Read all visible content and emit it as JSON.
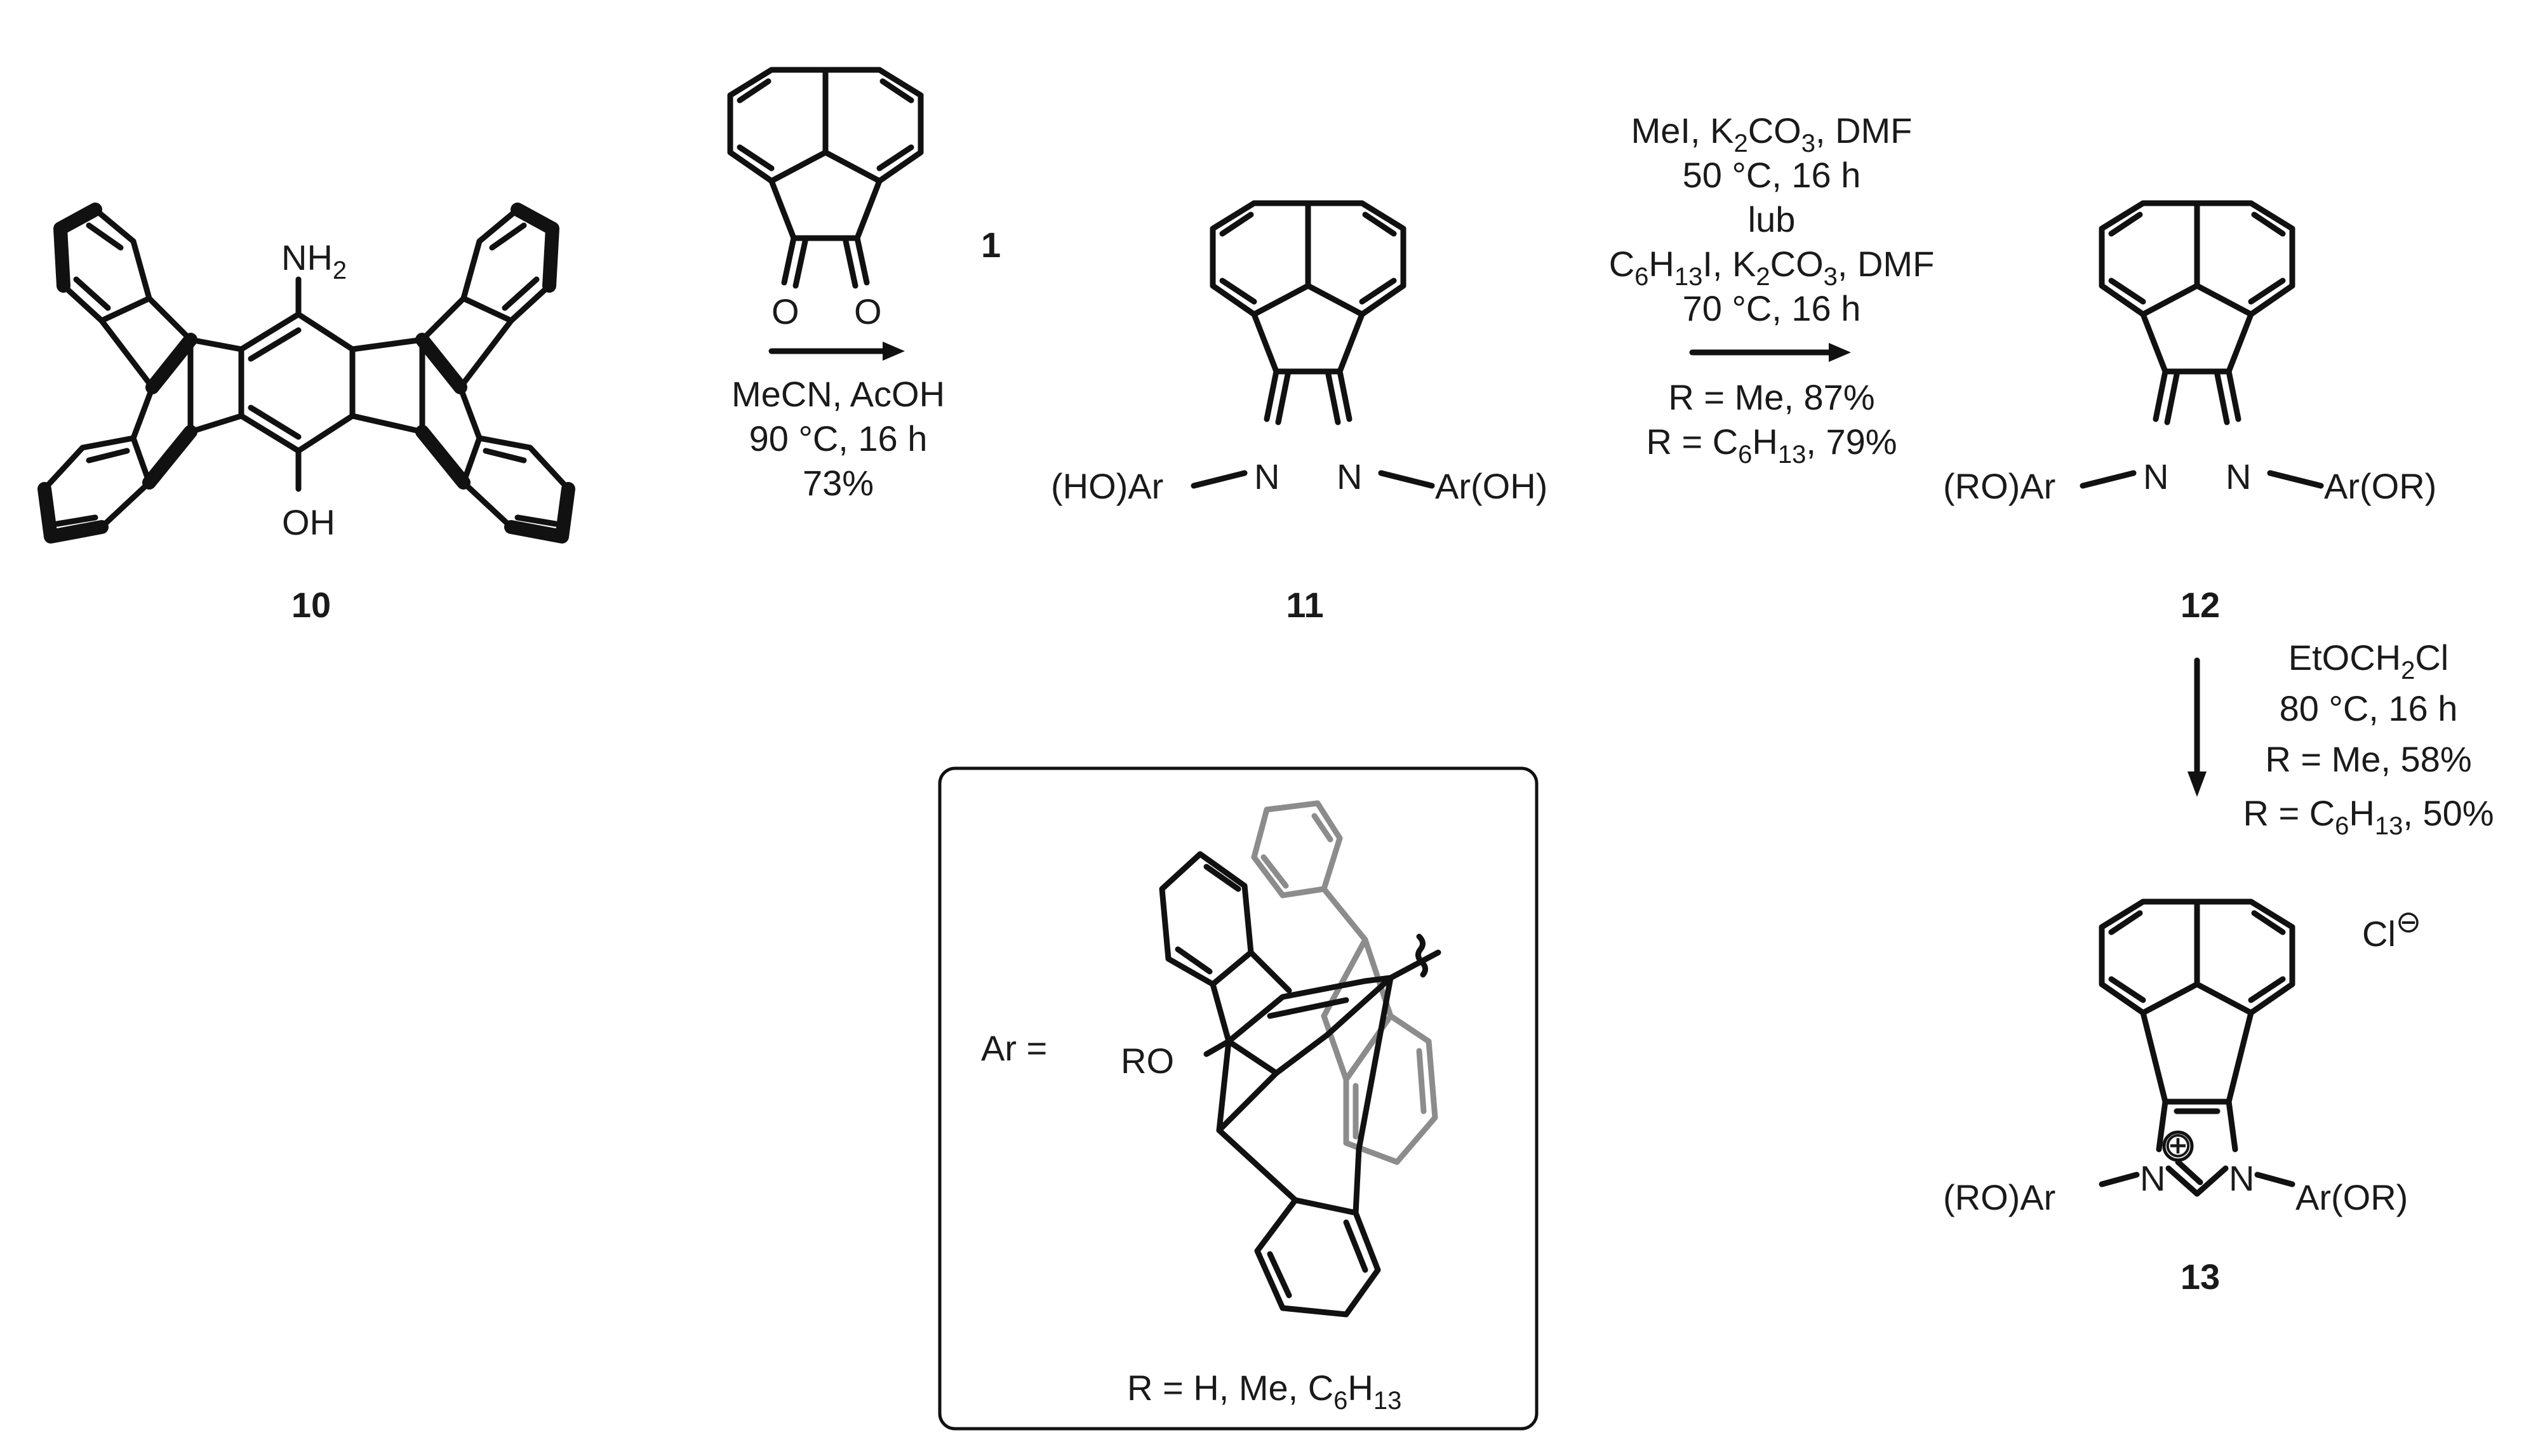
{
  "compounds": {
    "c10": {
      "label": "10",
      "nh2": "NH",
      "nh2_sub": "2",
      "oh": "OH"
    },
    "c1": {
      "label": "1",
      "o_left": "O",
      "o_right": "O"
    },
    "c11": {
      "label": "11",
      "left_sub": "(HO)Ar",
      "right_sub": "Ar(OH)",
      "n": "N"
    },
    "c12": {
      "label": "12",
      "left_sub": "(RO)Ar",
      "right_sub": "Ar(OR)",
      "n": "N"
    },
    "c13": {
      "label": "13",
      "left_sub": "(RO)Ar",
      "right_sub": "Ar(OR)",
      "n": "N",
      "anion": "Cl",
      "anion_charge": "⊖",
      "cation_charge": "⊕"
    }
  },
  "steps": {
    "step1": {
      "lines": [
        "MeCN, AcOH",
        "90 °C, 16 h",
        "73%"
      ]
    },
    "step2": {
      "line1_a": "MeI, K",
      "line1_sub": "2",
      "line1_b": "CO",
      "line1_sub2": "3",
      "line1_c": ", DMF",
      "line2": "50 °C, 16 h",
      "line3": "lub",
      "line4_a": "C",
      "line4_sub1": "6",
      "line4_b": "H",
      "line4_sub2": "13",
      "line4_c": "I, K",
      "line4_sub3": "2",
      "line4_d": "CO",
      "line4_sub4": "3",
      "line4_e": ", DMF",
      "line5": "70 °C, 16 h",
      "line6": "R = Me, 87%",
      "line7_a": "R = C",
      "line7_sub1": "6",
      "line7_b": "H",
      "line7_sub2": "13",
      "line7_c": ", 79%"
    },
    "step3": {
      "line1_a": "EtOCH",
      "line1_sub": "2",
      "line1_b": "Cl",
      "line2": "80 °C, 16 h",
      "line3": "R = Me, 58%",
      "line4_a": "R = C",
      "line4_sub1": "6",
      "line4_b": "H",
      "line4_sub2": "13",
      "line4_c": ", 50%"
    }
  },
  "inset": {
    "ar_label": "Ar =",
    "ro_label": "RO",
    "r_def_a": "R = H, Me, C",
    "r_def_sub1": "6",
    "r_def_b": "H",
    "r_def_sub2": "13"
  },
  "colors": {
    "bond": "#111111",
    "rear_framework": "#8c8c8c",
    "background": "#ffffff"
  }
}
